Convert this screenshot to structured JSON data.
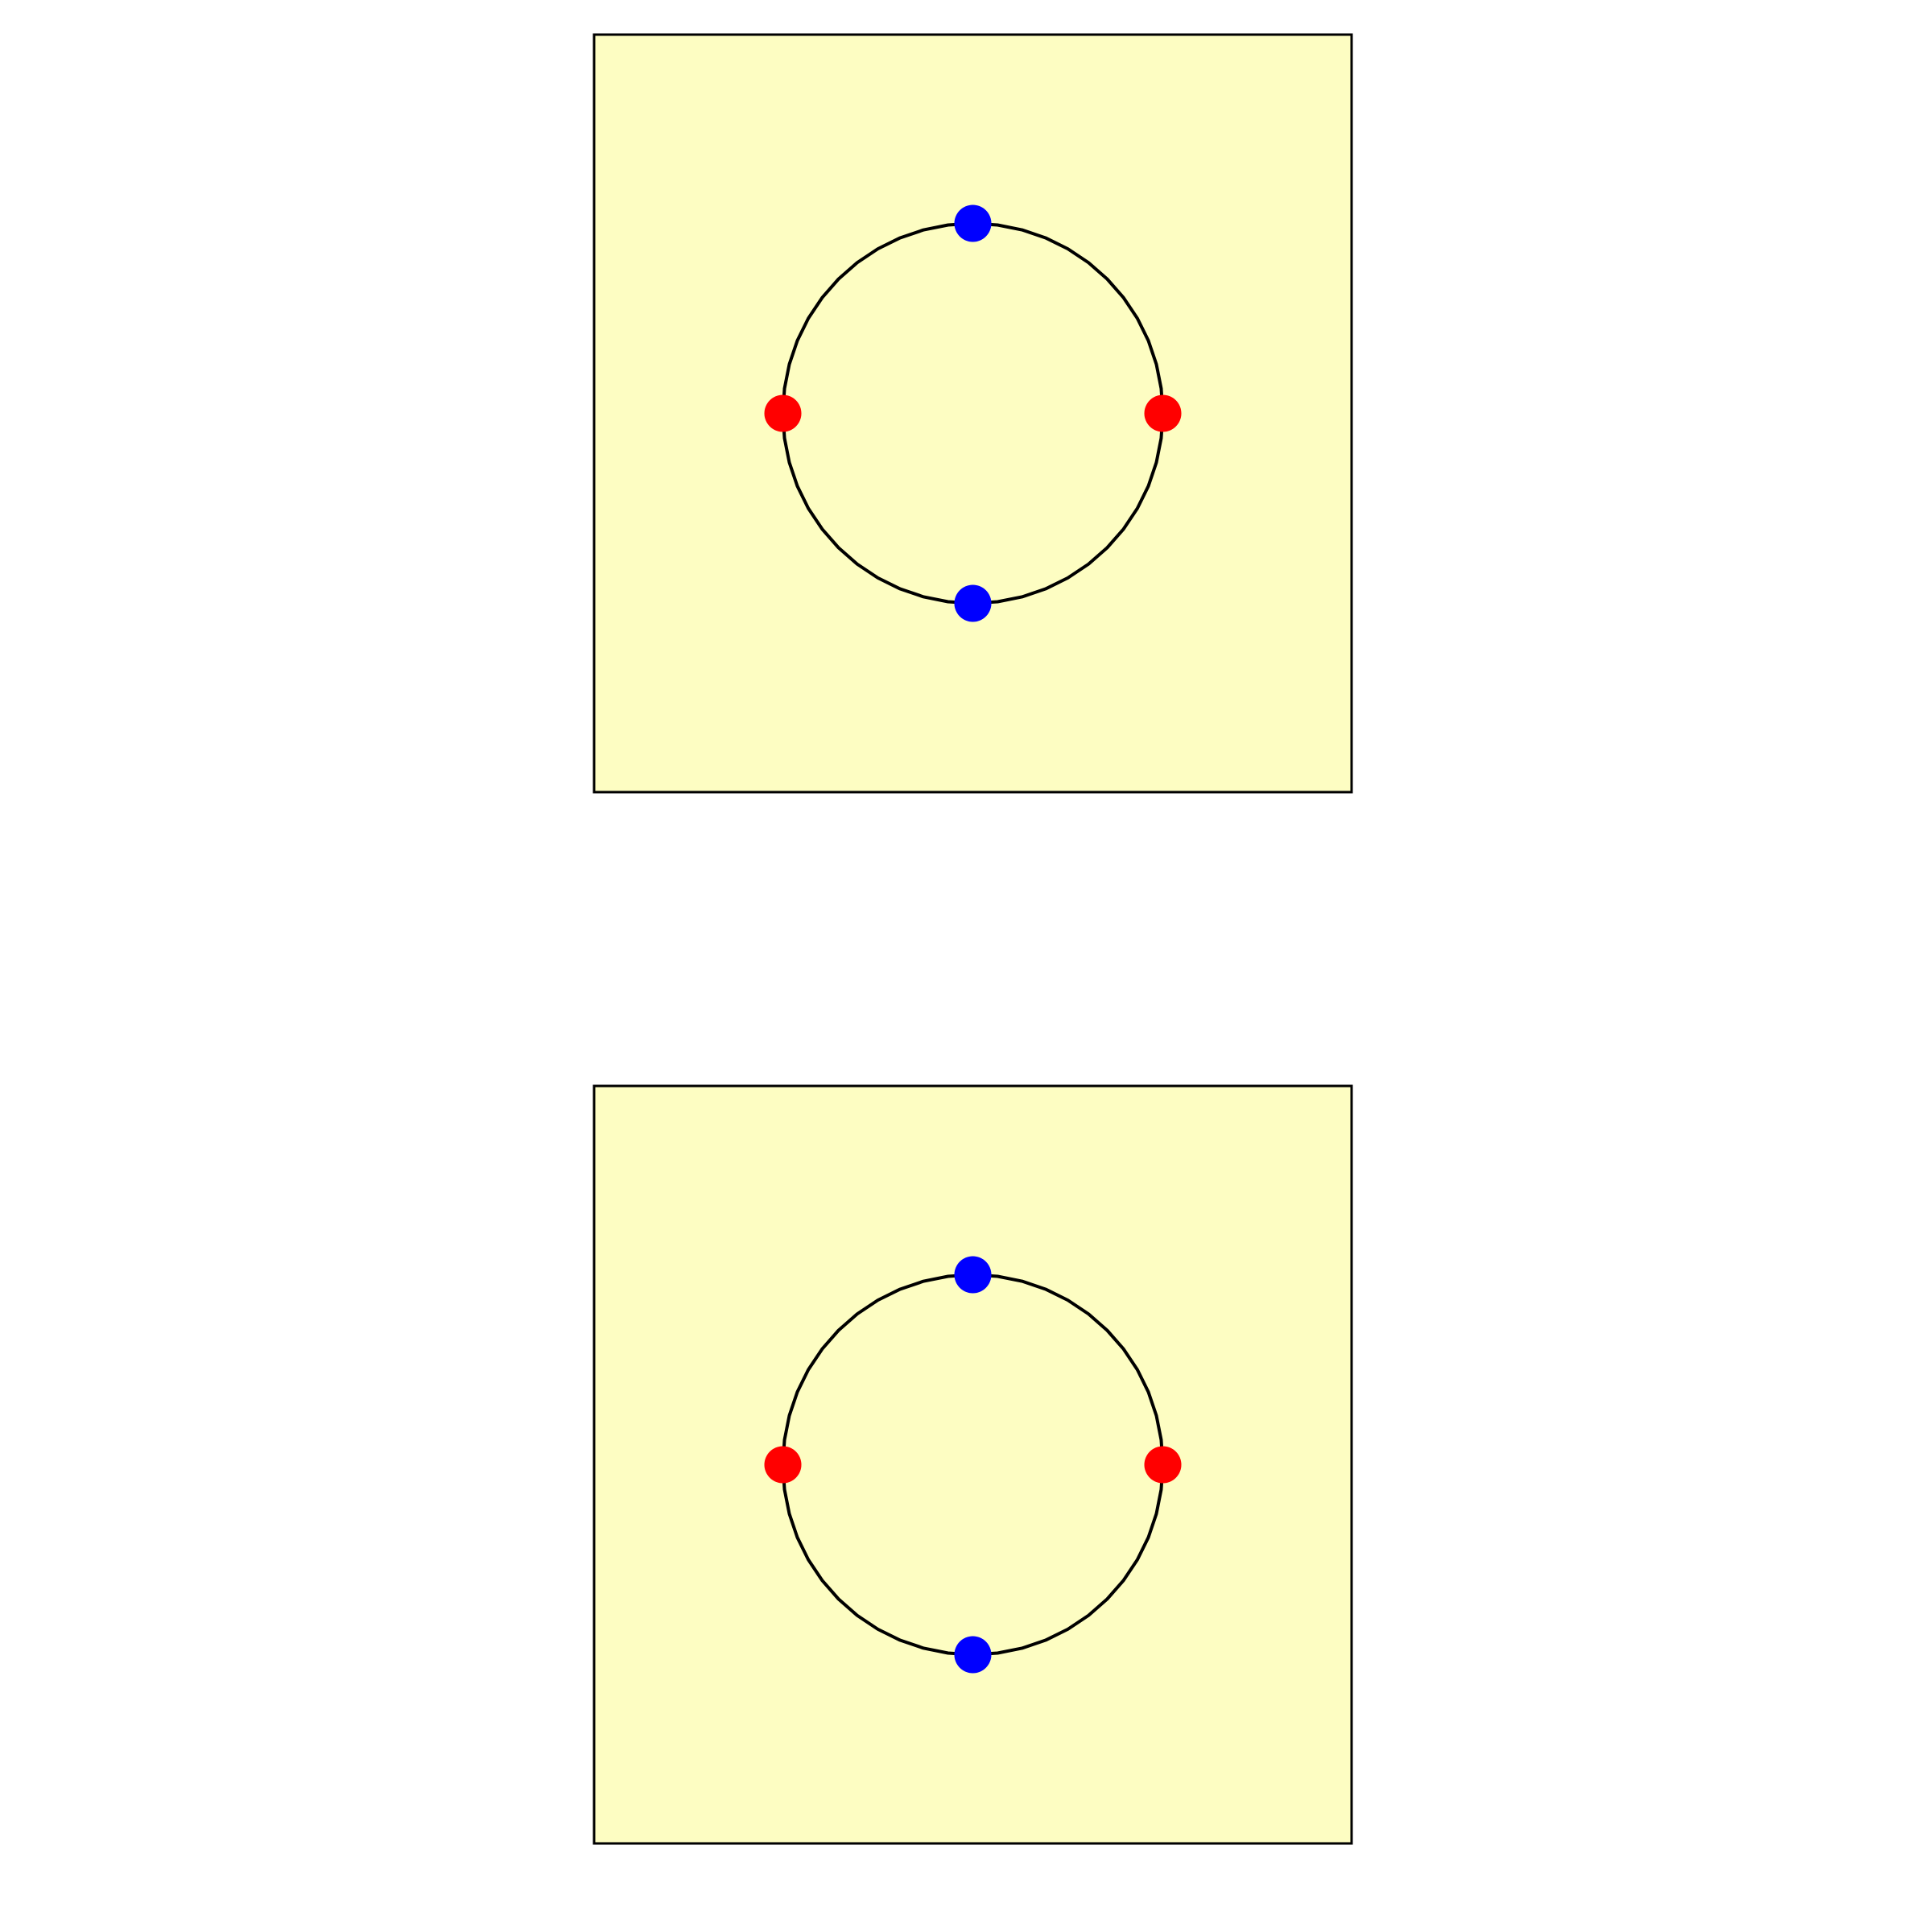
{
  "colors": {
    "background": "#ffffff",
    "panel_fill": "#fdfdc2",
    "panel_stroke": "#000000",
    "ring_stroke": "#000000",
    "point_red": "#ff0000",
    "point_blue": "#0000ff"
  },
  "panels": [
    {
      "name": "top-panel",
      "ring_segments": 48,
      "points": [
        {
          "name": "top-point",
          "color": "blue"
        },
        {
          "name": "left-point",
          "color": "red"
        },
        {
          "name": "right-point",
          "color": "red"
        },
        {
          "name": "bottom-point",
          "color": "blue"
        }
      ]
    },
    {
      "name": "bottom-panel",
      "ring_segments": 48,
      "points": [
        {
          "name": "top-point",
          "color": "blue"
        },
        {
          "name": "left-point",
          "color": "red"
        },
        {
          "name": "right-point",
          "color": "red"
        },
        {
          "name": "bottom-point",
          "color": "blue"
        }
      ]
    }
  ]
}
